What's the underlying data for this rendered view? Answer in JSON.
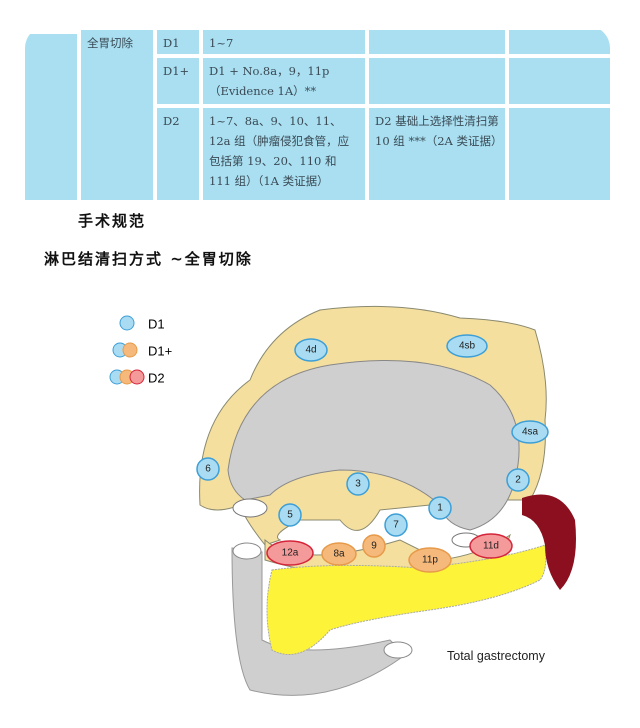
{
  "table": {
    "procedure": "全胃切除",
    "rows": [
      {
        "level": "D1",
        "nodes": "1~7",
        "note": "",
        "extra": ""
      },
      {
        "level": "D1+",
        "nodes": "D1 + No.8a，9，11p（Evidence 1A）**",
        "note": "",
        "extra": ""
      },
      {
        "level": "D2",
        "nodes": "1~7、8a、9、10、11、12a 组（肿瘤侵犯食管，应包括第 19、20、110 和 111 组）（1A 类证据）",
        "note": "D2 基础上选择性清扫第 10 组 ***（2A 类证据）",
        "extra": ""
      }
    ]
  },
  "heading1": "手术规范",
  "heading2": "淋巴结清扫方式 ~全胃切除",
  "diagram": {
    "legend": [
      {
        "label": "D1"
      },
      {
        "label": "D1+"
      },
      {
        "label": "D2"
      }
    ],
    "caption": "Total gastrectomy",
    "colors": {
      "D1": "#a9dcf2",
      "D1plus": "#f6b97c",
      "D2": "#f49a9a",
      "omentum": "#f5df9e",
      "stomach": "#cfcfcf",
      "pancreas": "#fdf43a",
      "spleen": "#8b0f1e"
    },
    "nodes": [
      {
        "label": "4d",
        "level": "D1"
      },
      {
        "label": "4sb",
        "level": "D1"
      },
      {
        "label": "4sa",
        "level": "D1"
      },
      {
        "label": "6",
        "level": "D1"
      },
      {
        "label": "3",
        "level": "D1"
      },
      {
        "label": "2",
        "level": "D1"
      },
      {
        "label": "5",
        "level": "D1"
      },
      {
        "label": "7",
        "level": "D1"
      },
      {
        "label": "1",
        "level": "D1"
      },
      {
        "label": "12a",
        "level": "D2"
      },
      {
        "label": "8a",
        "level": "D1+"
      },
      {
        "label": "9",
        "level": "D1+"
      },
      {
        "label": "11p",
        "level": "D1+"
      },
      {
        "label": "11d",
        "level": "D2"
      }
    ]
  }
}
